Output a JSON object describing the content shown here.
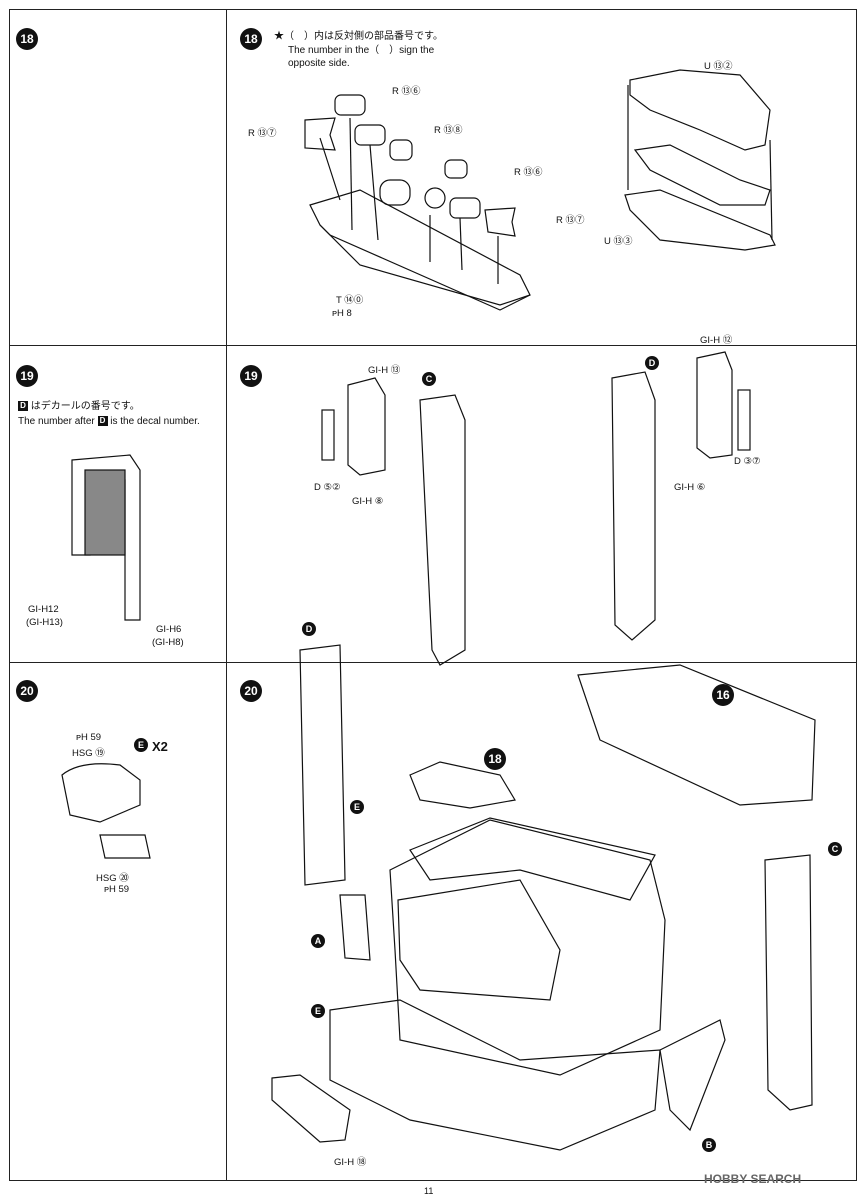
{
  "steps": {
    "s18": "18",
    "s19": "19",
    "s20": "20",
    "part_ref_16": "16",
    "part_ref_18": "18"
  },
  "notes": {
    "star_jp": "★（　）内は反対側の部品番号です。",
    "star_en_1": "The number in the（　）sign the",
    "star_en_2": "opposite side.",
    "decal_jp": "はデカールの番号です。",
    "decal_en_1": "The number after",
    "decal_en_2": "is the decal number.",
    "decal_letter": "D"
  },
  "labels": {
    "r136_a": "R ⑬⑥",
    "r137_a": "R ⑬⑦",
    "r138": "R ⑬⑧",
    "r136_b": "R ⑬⑥",
    "r137_b": "R ⑬⑦",
    "t140": "T ⑭⓪",
    "ph8": "ᴘH 8",
    "u132": "U ⑬②",
    "u133": "U ⑬③",
    "gih13": "GI-H ⑬",
    "gih8": "GI-H ⑧",
    "d52": "D ⑤②",
    "gih12": "GI-H ⑫",
    "gih6": "GI-H ⑥",
    "d37": "D ③⑦",
    "detail_gih12": "GI-H12",
    "detail_gih13": "(GI-H13)",
    "detail_gih6": "GI-H6",
    "detail_gih8": "(GI-H8)",
    "ph59_a": "ᴘH 59",
    "hsg19": "HSG ⑲",
    "hsg20": "HSG ⑳",
    "ph59_b": "ᴘH 59",
    "gih18": "GI-H ⑱",
    "mark_c1": "C",
    "mark_d1": "D",
    "mark_d2": "D",
    "mark_c2": "C",
    "mark_e1": "E",
    "mark_e2": "E",
    "mark_e3": "E",
    "mark_a": "A",
    "mark_b": "B",
    "x2": "X2"
  },
  "footer": {
    "page_number": "11",
    "watermark": "HOBBY SEARCH"
  }
}
